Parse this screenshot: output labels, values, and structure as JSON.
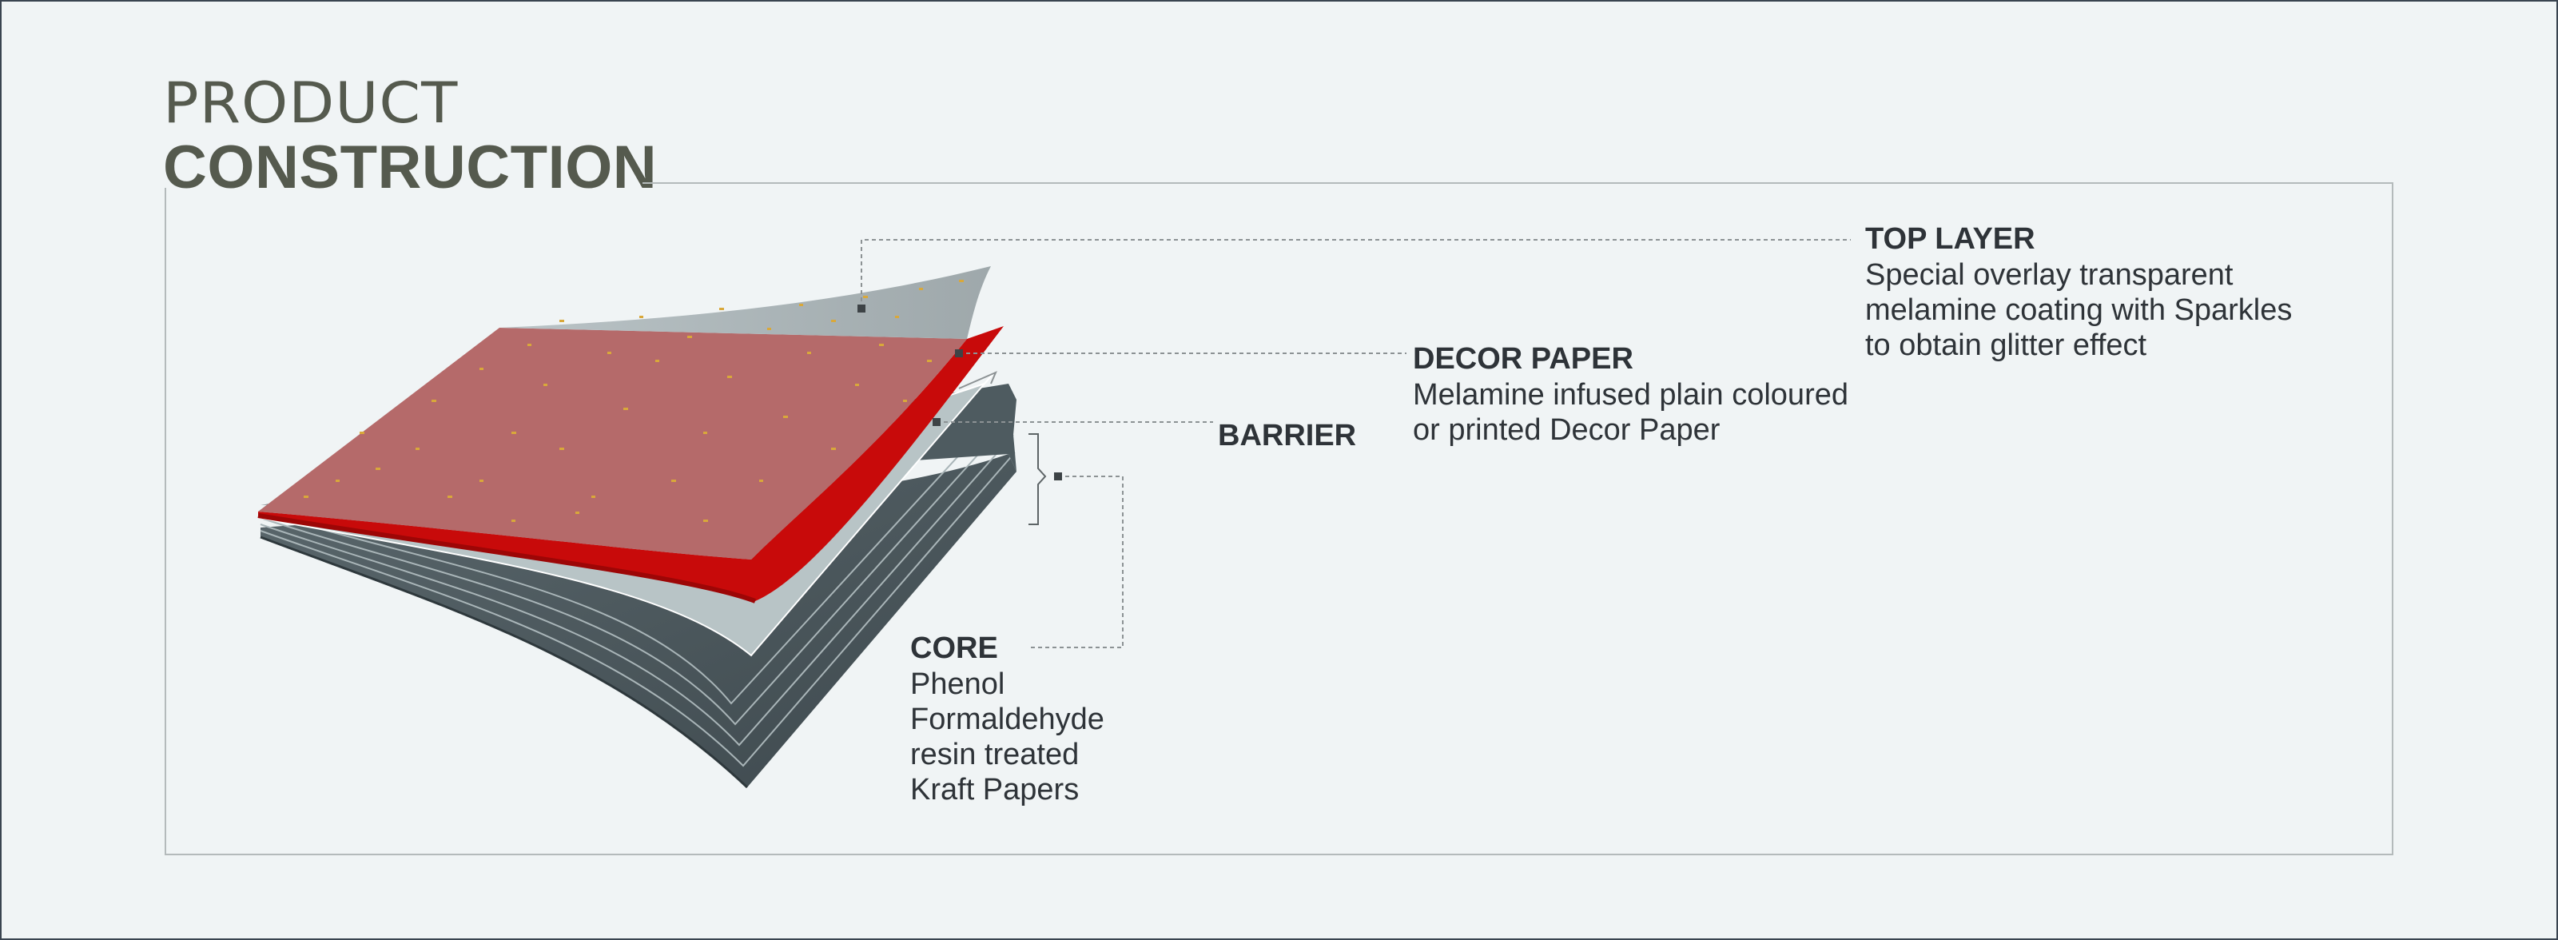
{
  "title": {
    "line1": "PRODUCT",
    "line2": "CONSTRUCTION"
  },
  "layers": {
    "top_layer": {
      "heading": "TOP LAYER",
      "description": "Special overlay transparent\nmelamine coating with Sparkles\nto obtain glitter effect"
    },
    "decor_paper": {
      "heading": "DECOR PAPER",
      "description": "Melamine infused plain coloured\nor printed Decor Paper"
    },
    "barrier": {
      "heading": "BARRIER"
    },
    "core": {
      "heading": "CORE",
      "description": "Phenol\nFormaldehyde\nresin treated\nKraft Papers"
    }
  },
  "colors": {
    "background": "#f0f4f5",
    "title": "#555a4e",
    "decor_red": "#c80a0a",
    "top_tint": "#b56a6a",
    "core_dark": "#4a575c",
    "barrier_light": "#b8c4c6",
    "sparkle": "#d9a83a"
  }
}
